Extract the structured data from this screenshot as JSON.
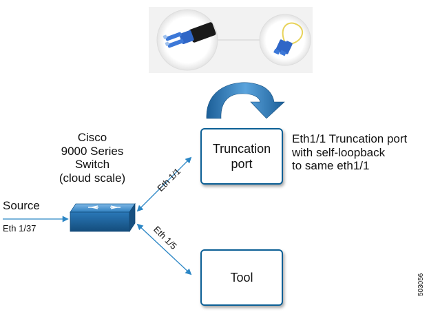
{
  "switch": {
    "caption_lines": [
      "Cisco",
      "9000 Series",
      "Switch",
      "(cloud scale)"
    ]
  },
  "source": {
    "label": "Source",
    "port": "Eth 1/37"
  },
  "truncation_box": {
    "label": "Truncation\nport"
  },
  "tool_box": {
    "label": "Tool"
  },
  "links": {
    "to_truncation": "Eth 1/1",
    "to_tool": "Eth 1/5"
  },
  "truncation_note": {
    "lines": [
      "Eth1/1 Truncation port",
      "with self-loopback",
      "to same eth1/1"
    ]
  },
  "figure_number": "503056",
  "colors": {
    "accent": "#0b5f95",
    "arrow": "#2b86c5",
    "switch_top": "#2f7fbf",
    "switch_front": "#1d5f96",
    "photo_bg": "#f2f2f2"
  },
  "icons": {
    "transceiver": "transceiver-photo-icon",
    "loopback_cable": "loopback-cable-photo-icon",
    "switch": "switch-icon",
    "loop_arrow": "loopback-arrow-icon"
  }
}
